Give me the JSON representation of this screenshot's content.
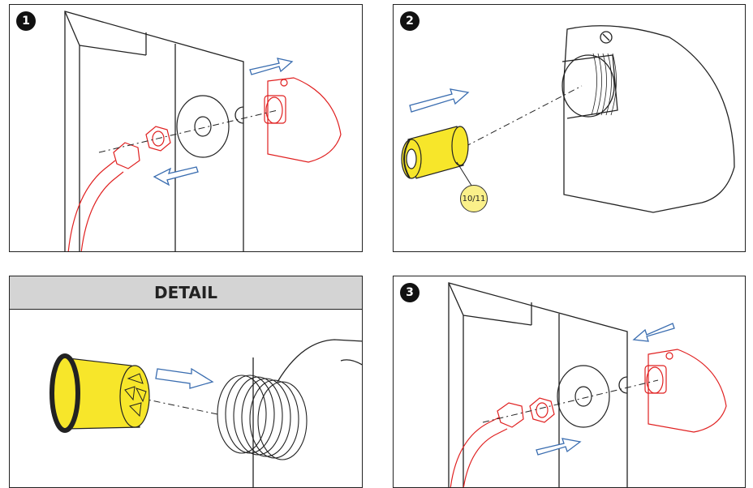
{
  "panels": {
    "step1": {
      "badge": "1"
    },
    "step2": {
      "badge": "2",
      "callout": "10/11"
    },
    "detail": {
      "title": "DETAIL"
    },
    "step3": {
      "badge": "3"
    }
  },
  "colors": {
    "outline": "#222222",
    "part_red": "#e02020",
    "arrow_blue": "#3a6db0",
    "filter_yellow": "#f7e62a",
    "callout_yellow": "#faf08a",
    "header_gray": "#d4d4d4"
  },
  "icons": [
    "wall-panel-icon",
    "hose-icon",
    "hex-nut-icon",
    "washer-icon",
    "elbow-fitting-icon",
    "filter-icon",
    "arrow-icon"
  ]
}
